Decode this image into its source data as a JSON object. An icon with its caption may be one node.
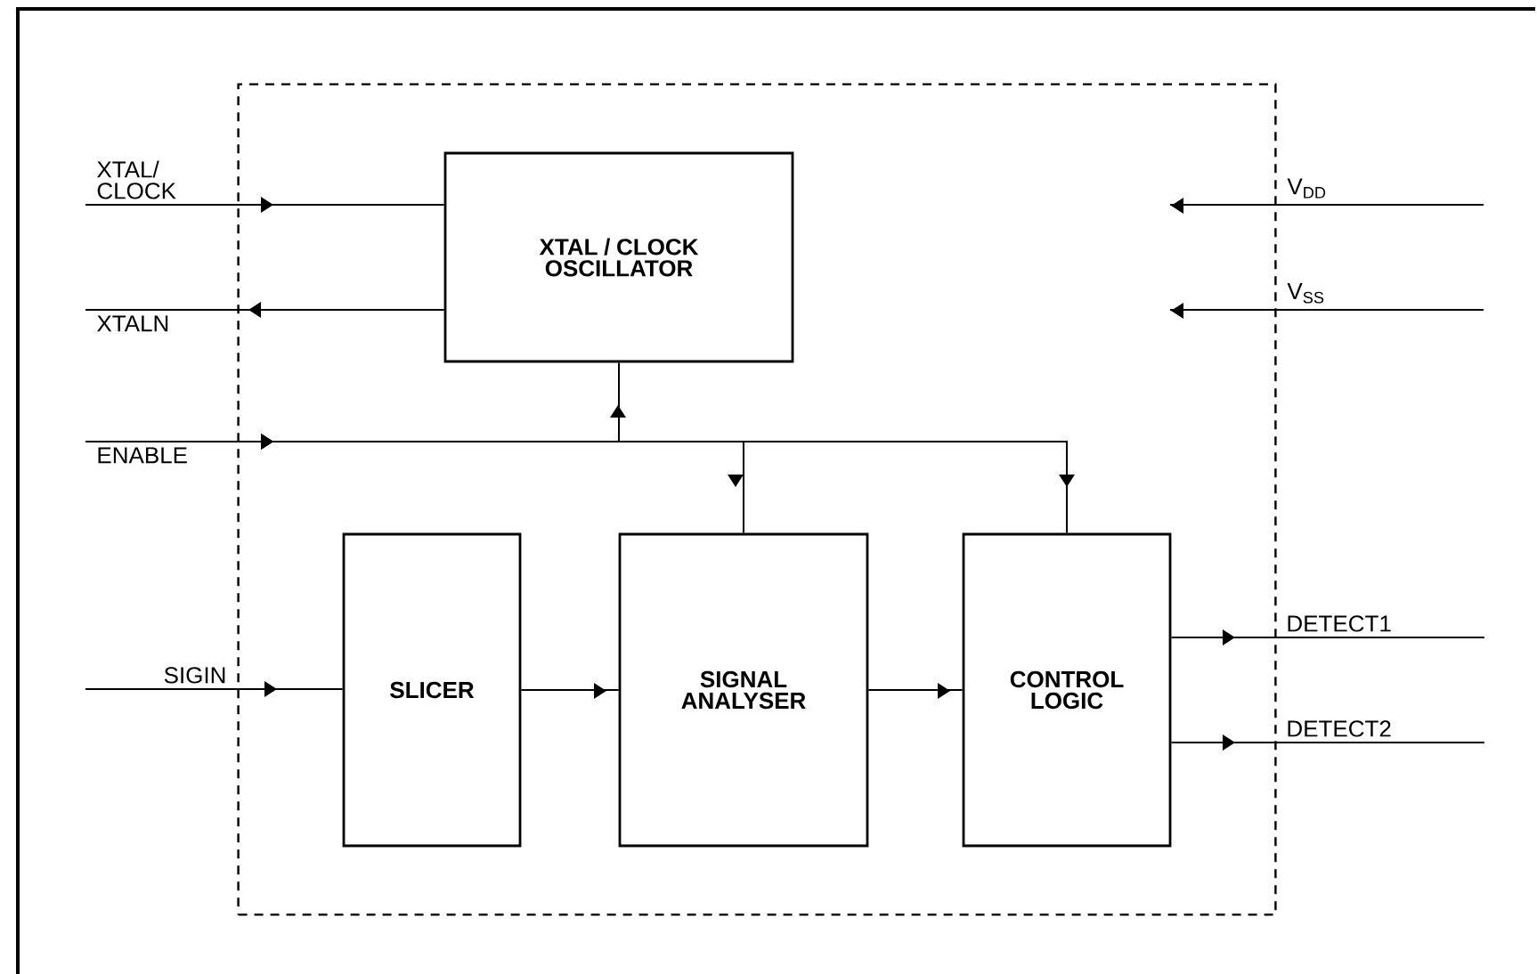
{
  "diagram": {
    "nodes": [
      {
        "text": [],
        "shape": "box"
      },
      {
        "text": [
          "XTAL / CLOCK OSCILLATOR"
        ],
        "in": 0
      },
      {
        "text": [
          "SLICER"
        ],
        "in": 0
      },
      {
        "text": [
          "SIGNAL ANALYSER"
        ],
        "in": 0
      },
      {
        "text": [
          "CONTROL LOGIC"
        ],
        "in": 0
      },
      {
        "text": [
          "XTAL/ CLOCK"
        ]
      },
      {
        "text": [
          "XTALN"
        ]
      },
      {
        "text": [
          "ENABLE"
        ]
      },
      {
        "text": [
          "SIGIN"
        ]
      },
      {
        "text": [
          "V$_{DD}$"
        ]
      },
      {
        "text": [
          "V$_{SS}$"
        ]
      },
      {
        "text": [
          "DETECT1"
        ]
      },
      {
        "text": [
          "DETECT2"
        ]
      }
    ],
    "edges": [
      {
        "from": 5,
        "to": 1,
        "arrow": "to"
      },
      {
        "from": 1,
        "to": 6,
        "arrow": "to"
      },
      {
        "from": 7,
        "to": 1,
        "arrow": "to"
      },
      {
        "from": 7,
        "to": 3,
        "arrow": "to"
      },
      {
        "from": 7,
        "to": 4,
        "arrow": "to"
      },
      {
        "from": 8,
        "to": 2,
        "arrow": "to"
      },
      {
        "from": 2,
        "to": 3,
        "arrow": "to"
      },
      {
        "from": 3,
        "to": 4,
        "arrow": "to"
      },
      {
        "from": 4,
        "to": 11,
        "arrow": "to"
      },
      {
        "from": 4,
        "to": 12,
        "arrow": "to"
      },
      {
        "from": 9,
        "to": null,
        "arrow": "to"
      },
      {
        "from": 10,
        "to": null,
        "arrow": "to"
      }
    ]
  }
}
